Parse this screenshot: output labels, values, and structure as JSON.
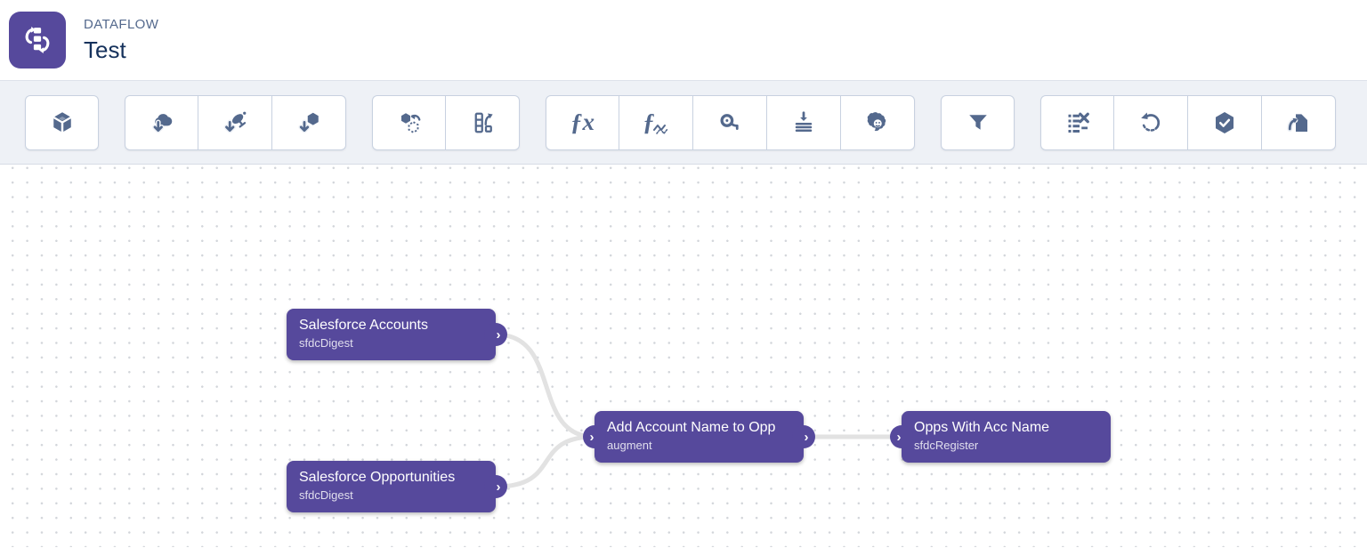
{
  "header": {
    "app_icon": "dataflow-icon",
    "type_label": "DATAFLOW",
    "title": "Test"
  },
  "colors": {
    "node_purple": "#56499c",
    "toolbar_icon": "#54698d",
    "connection_gray": "#e2e2e2",
    "title_navy": "#16325c",
    "eyebrow_blue": "#54698d",
    "toolbar_band": "#eef1f6"
  },
  "toolbar": {
    "groups": [
      {
        "buttons": [
          {
            "icon": "cube-icon"
          }
        ]
      },
      {
        "buttons": [
          {
            "icon": "salesforce-cloud-download-icon"
          },
          {
            "icon": "satellite-download-icon"
          },
          {
            "icon": "hexagon-download-icon"
          }
        ]
      },
      {
        "buttons": [
          {
            "icon": "hexagon-update-icon"
          },
          {
            "icon": "column-append-icon"
          }
        ]
      },
      {
        "buttons": [
          {
            "icon": "compute-expression-icon",
            "glyph": "ƒx"
          },
          {
            "icon": "compute-relative-icon",
            "glyph": "ƒ"
          },
          {
            "icon": "measure-icon"
          },
          {
            "icon": "flatten-icon"
          },
          {
            "icon": "einstein-prediction-icon"
          }
        ]
      },
      {
        "buttons": [
          {
            "icon": "filter-icon"
          }
        ]
      },
      {
        "buttons": [
          {
            "icon": "slice-fields-icon"
          },
          {
            "icon": "restore-icon"
          },
          {
            "icon": "register-check-icon"
          },
          {
            "icon": "export-icon"
          }
        ]
      }
    ]
  },
  "canvas": {
    "port_glyph": "›",
    "nodes": [
      {
        "title": "Salesforce Accounts",
        "subtitle": "sfdcDigest",
        "ports": [
          "out"
        ]
      },
      {
        "title": "Salesforce Opportunities",
        "subtitle": "sfdcDigest",
        "ports": [
          "out"
        ]
      },
      {
        "title": "Add Account Name to Opp",
        "subtitle": "augment",
        "ports": [
          "in",
          "out"
        ]
      },
      {
        "title": "Opps With Acc Name",
        "subtitle": "sfdcRegister",
        "ports": [
          "in"
        ]
      }
    ],
    "connections": [
      {
        "from": "Salesforce Accounts",
        "to": "Add Account Name to Opp"
      },
      {
        "from": "Salesforce Opportunities",
        "to": "Add Account Name to Opp"
      },
      {
        "from": "Add Account Name to Opp",
        "to": "Opps With Acc Name"
      }
    ]
  }
}
